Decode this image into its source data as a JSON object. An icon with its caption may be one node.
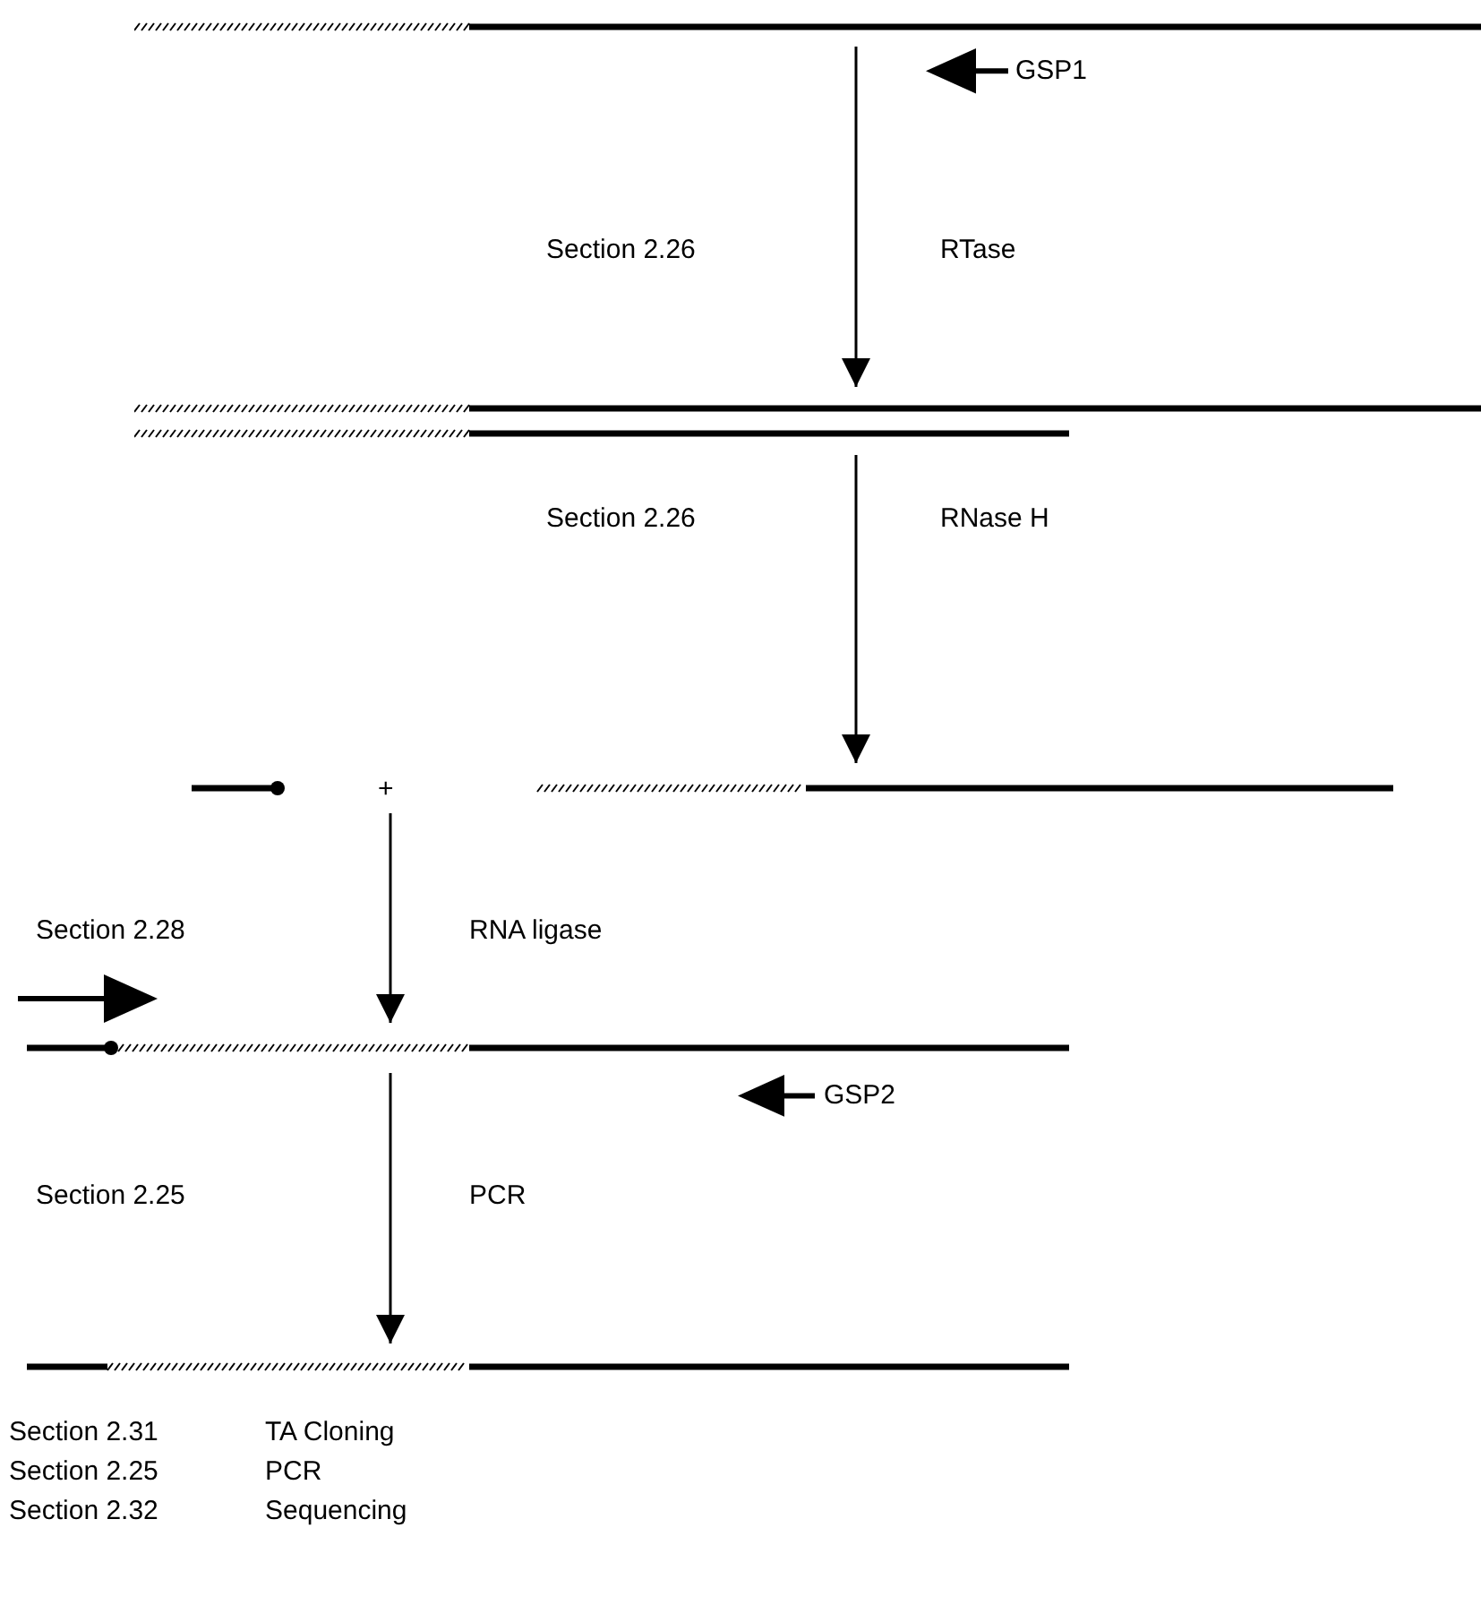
{
  "diagram": {
    "nodes": [
      {
        "text": [],
        "shape": "picture"
      },
      {
        "text": [],
        "shape": "picture"
      },
      {
        "text": [],
        "shape": "picture"
      },
      {
        "text": [],
        "shape": "picture"
      },
      {
        "text": [],
        "shape": "picture"
      }
    ],
    "edges": [
      {
        "from": 0,
        "to": 1,
        "arrow": "to"
      },
      {
        "from": 1,
        "to": 2,
        "arrow": "to"
      },
      {
        "from": 2,
        "to": 3,
        "arrow": "to"
      },
      {
        "from": 3,
        "to": 4,
        "arrow": "to"
      }
    ],
    "labels": [
      "GSP1",
      "Section 2.26",
      "RTase",
      "Section 2.26",
      "RNase H",
      "+",
      "Section 2.28",
      "RNA ligase",
      "GSP2",
      "Section 2.25",
      "PCR",
      "Section 2.31",
      "TA Cloning",
      "Section 2.25",
      "PCR",
      "Section 2.32",
      "Sequencing"
    ]
  }
}
